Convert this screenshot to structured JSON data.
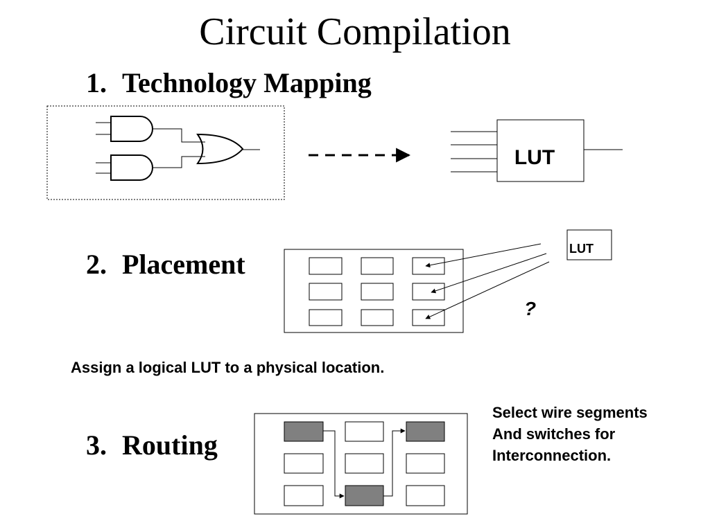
{
  "title": "Circuit Compilation",
  "steps": [
    {
      "number": "1.",
      "label": "Technology Mapping"
    },
    {
      "number": "2.",
      "label": "Placement"
    },
    {
      "number": "3.",
      "label": "Routing"
    }
  ],
  "mapping": {
    "lut_label": "LUT"
  },
  "placement": {
    "lut_label": "LUT",
    "question": "?",
    "caption": "Assign a logical LUT to a physical location."
  },
  "routing": {
    "note_lines": [
      "Select wire segments",
      "And switches for",
      "Interconnection."
    ],
    "filled_color": "#808080"
  }
}
